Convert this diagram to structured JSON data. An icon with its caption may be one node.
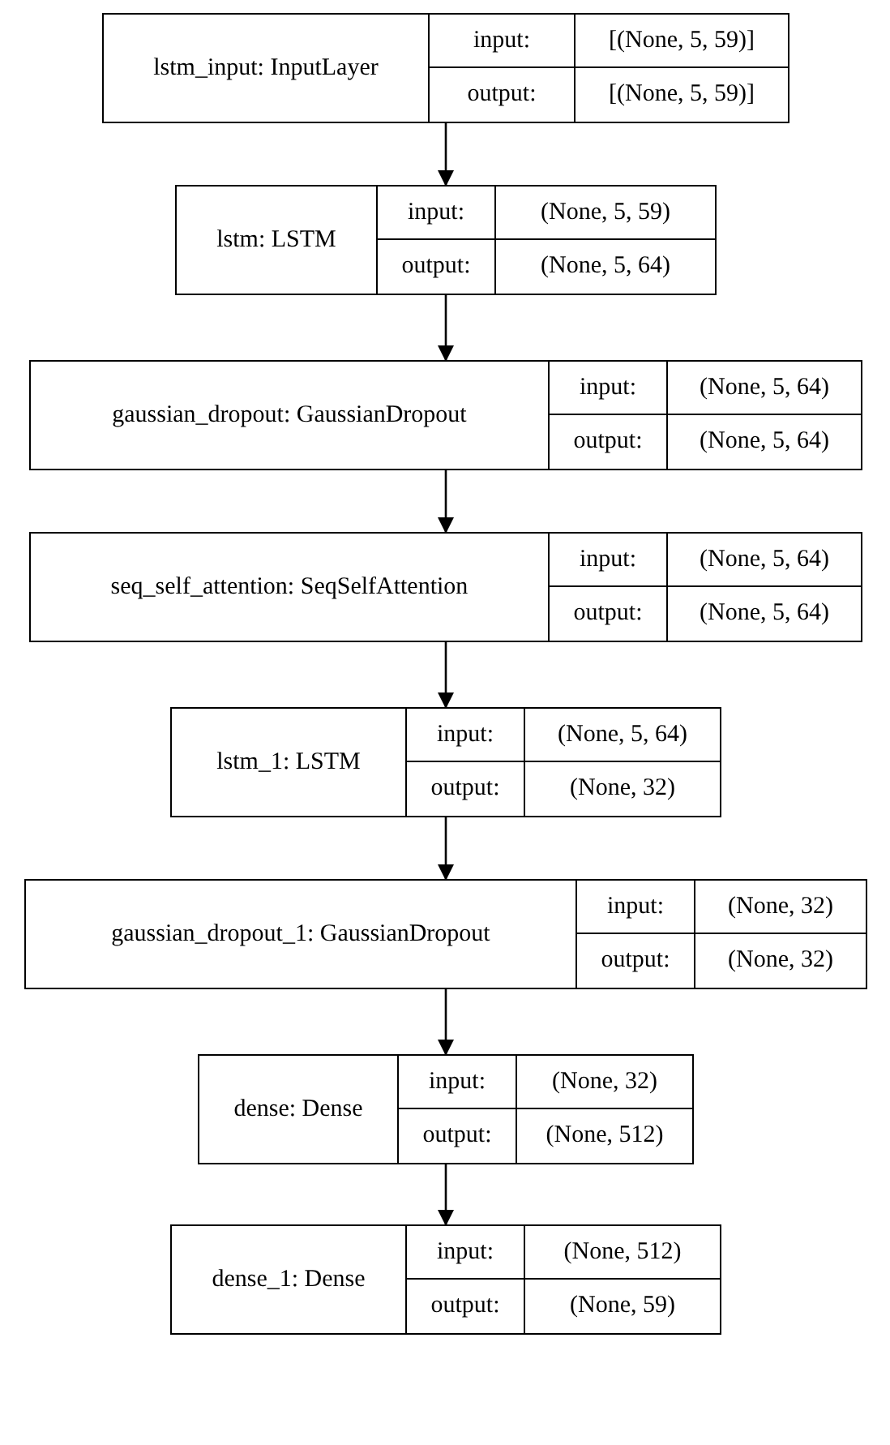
{
  "diagram": {
    "nodes": [
      {
        "text": [
          "lstm_input: InputLayer",
          "input:",
          "[(None, 5, 59)]",
          "output:",
          "[(None, 5, 59)]"
        ]
      },
      {
        "text": [
          "lstm: LSTM",
          "input:",
          "(None, 5, 59)",
          "output:",
          "(None, 5, 64)"
        ]
      },
      {
        "text": [
          "gaussian_dropout: GaussianDropout",
          "input:",
          "(None, 5, 64)",
          "output:",
          "(None, 5, 64)"
        ]
      },
      {
        "text": [
          "seq_self_attention: SeqSelfAttention",
          "input:",
          "(None, 5, 64)",
          "output:",
          "(None, 5, 64)"
        ]
      },
      {
        "text": [
          "lstm_1: LSTM",
          "input:",
          "(None, 5, 64)",
          "output:",
          "(None, 32)"
        ]
      },
      {
        "text": [
          "gaussian_dropout_1: GaussianDropout",
          "input:",
          "(None, 32)",
          "output:",
          "(None, 32)"
        ]
      },
      {
        "text": [
          "dense: Dense",
          "input:",
          "(None, 32)",
          "output:",
          "(None, 512)"
        ]
      },
      {
        "text": [
          "dense_1: Dense",
          "input:",
          "(None, 512)",
          "output:",
          "(None, 59)"
        ]
      }
    ],
    "edges": [
      {
        "from": 0,
        "to": 1,
        "arrow": "to"
      },
      {
        "from": 1,
        "to": 2,
        "arrow": "to"
      },
      {
        "from": 2,
        "to": 3,
        "arrow": "to"
      },
      {
        "from": 3,
        "to": 4,
        "arrow": "to"
      },
      {
        "from": 4,
        "to": 5,
        "arrow": "to"
      },
      {
        "from": 5,
        "to": 6,
        "arrow": "to"
      },
      {
        "from": 6,
        "to": 7,
        "arrow": "to"
      }
    ]
  }
}
